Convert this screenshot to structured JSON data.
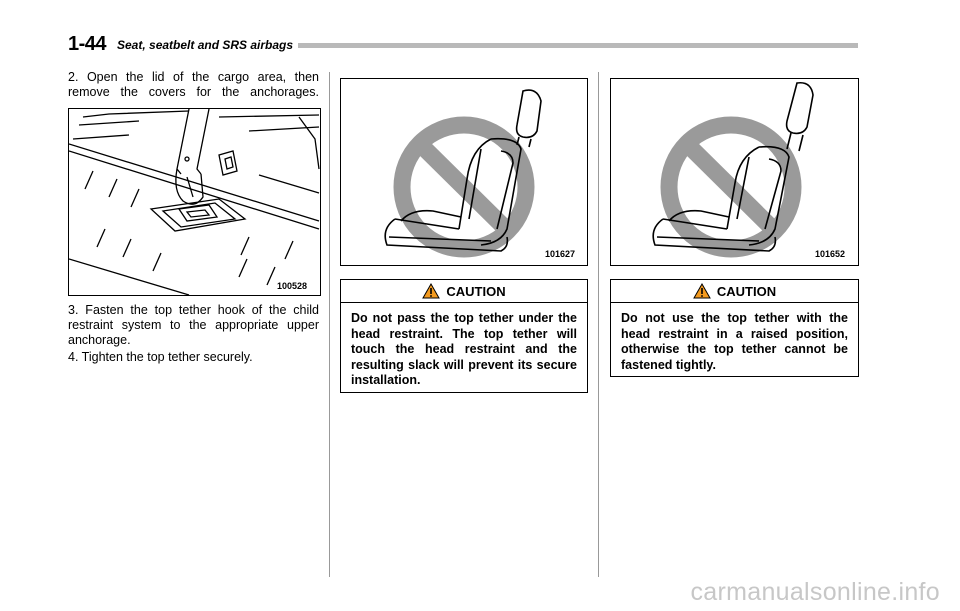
{
  "header": {
    "page_number": "1-44",
    "section_title": "Seat, seatbelt and SRS airbags"
  },
  "left_column": {
    "step2": "2.  Open the lid of the cargo area, then remove the covers for the anchorages.",
    "figure1_code": "100528",
    "step3": "3.  Fasten the top tether hook of the child restraint system to the appropriate upper anchorage.",
    "step4": "4.  Tighten the top tether securely."
  },
  "middle_column": {
    "figure_code": "101627",
    "caution_title": "CAUTION",
    "caution_text": "Do not pass the top tether under the head restraint. The top tether will touch the head restraint and the resulting slack will prevent its secure installation."
  },
  "right_column": {
    "figure_code": "101652",
    "caution_title": "CAUTION",
    "caution_text": "Do not use the top tether with the head restraint in a raised position, otherwise the top tether cannot be fastened tightly."
  },
  "watermark": "carmanualsonline.info",
  "icons": {
    "prohibited": "prohibition-sign-icon",
    "warning": "warning-triangle-icon"
  },
  "colors": {
    "prohibition_gray": "#9a9a9a",
    "header_rule": "#b9b9b9",
    "warning_orange": "#f39a1f"
  }
}
